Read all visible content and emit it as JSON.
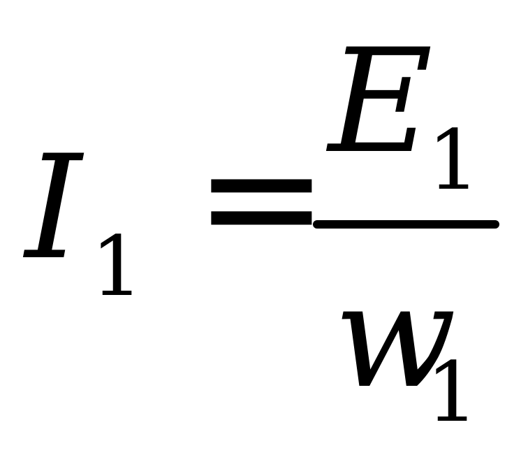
{
  "equation": {
    "lhs": {
      "variable": "I",
      "subscript": "1"
    },
    "relation": "=",
    "fraction": {
      "numerator": {
        "variable": "E",
        "subscript": "1"
      },
      "denominator": {
        "variable": "w",
        "subscript": "1"
      }
    }
  }
}
